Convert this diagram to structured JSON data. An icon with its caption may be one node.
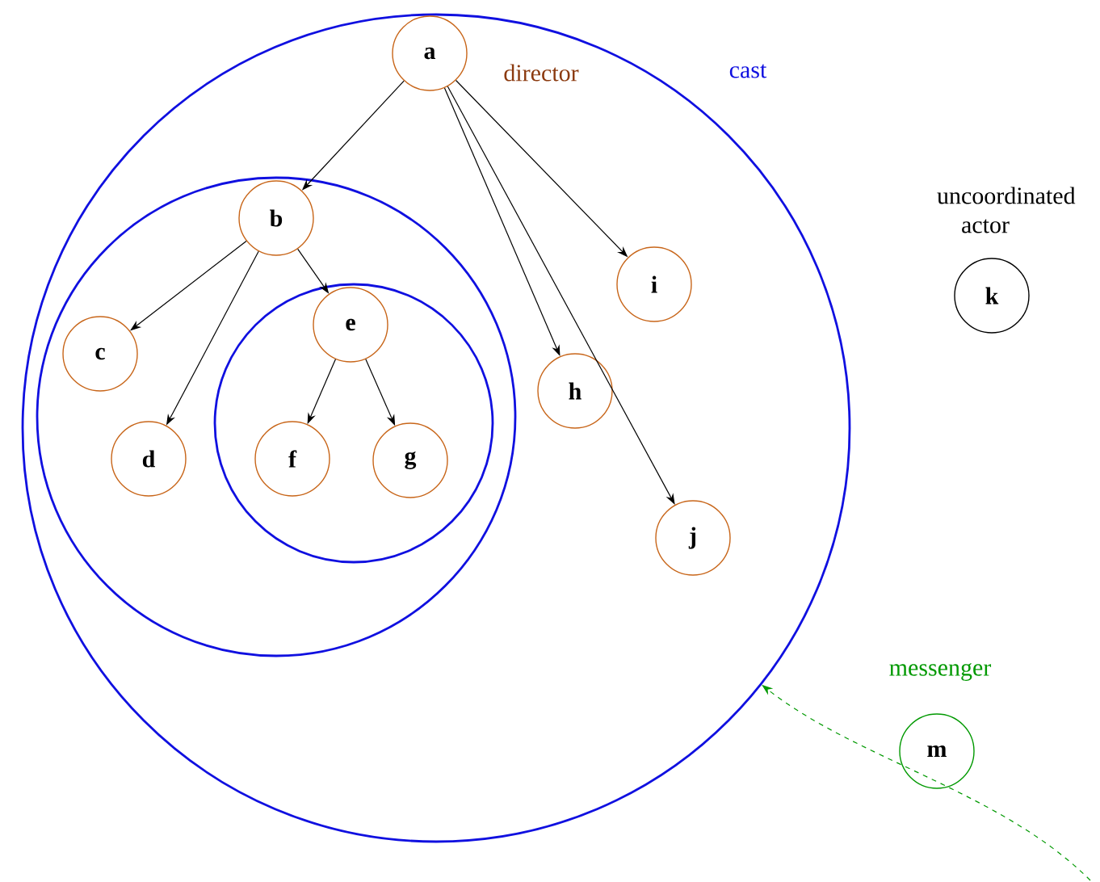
{
  "diagram": {
    "nodes": [
      {
        "text": [
          "cast"
        ]
      },
      {
        "text": [],
        "shape": "circle",
        "in": 0
      },
      {
        "text": [],
        "shape": "circle",
        "in": 1
      },
      {
        "text": [
          "a"
        ],
        "in": 0,
        "beside": [
          "director"
        ]
      },
      {
        "text": [
          "b"
        ],
        "in": 1
      },
      {
        "text": [
          "c"
        ],
        "in": 1
      },
      {
        "text": [
          "d"
        ],
        "in": 1
      },
      {
        "text": [
          "e"
        ],
        "in": 2
      },
      {
        "text": [
          "f"
        ],
        "in": 2
      },
      {
        "text": [
          "g"
        ],
        "in": 2
      },
      {
        "text": [
          "h"
        ],
        "in": 0
      },
      {
        "text": [
          "i"
        ],
        "in": 0
      },
      {
        "text": [
          "j"
        ],
        "in": 0
      },
      {
        "text": [
          "k"
        ],
        "beside": [
          "uncoordinated actor"
        ]
      },
      {
        "text": [
          "m"
        ],
        "beside": [
          "messenger"
        ]
      }
    ],
    "edges": [
      {
        "from": 3,
        "to": 4,
        "arrow": "to"
      },
      {
        "from": 3,
        "to": 10,
        "arrow": "to"
      },
      {
        "from": 3,
        "to": 11,
        "arrow": "to"
      },
      {
        "from": 3,
        "to": 12,
        "arrow": "to"
      },
      {
        "from": 4,
        "to": 5,
        "arrow": "to"
      },
      {
        "from": 4,
        "to": 6,
        "arrow": "to"
      },
      {
        "from": 4,
        "to": 7,
        "arrow": "to"
      },
      {
        "from": 7,
        "to": 8,
        "arrow": "to"
      },
      {
        "from": 7,
        "to": 9,
        "arrow": "to"
      },
      {
        "from": null,
        "to": 0,
        "arrow": "to",
        "style": "dashed",
        "color": "#009900"
      }
    ]
  }
}
